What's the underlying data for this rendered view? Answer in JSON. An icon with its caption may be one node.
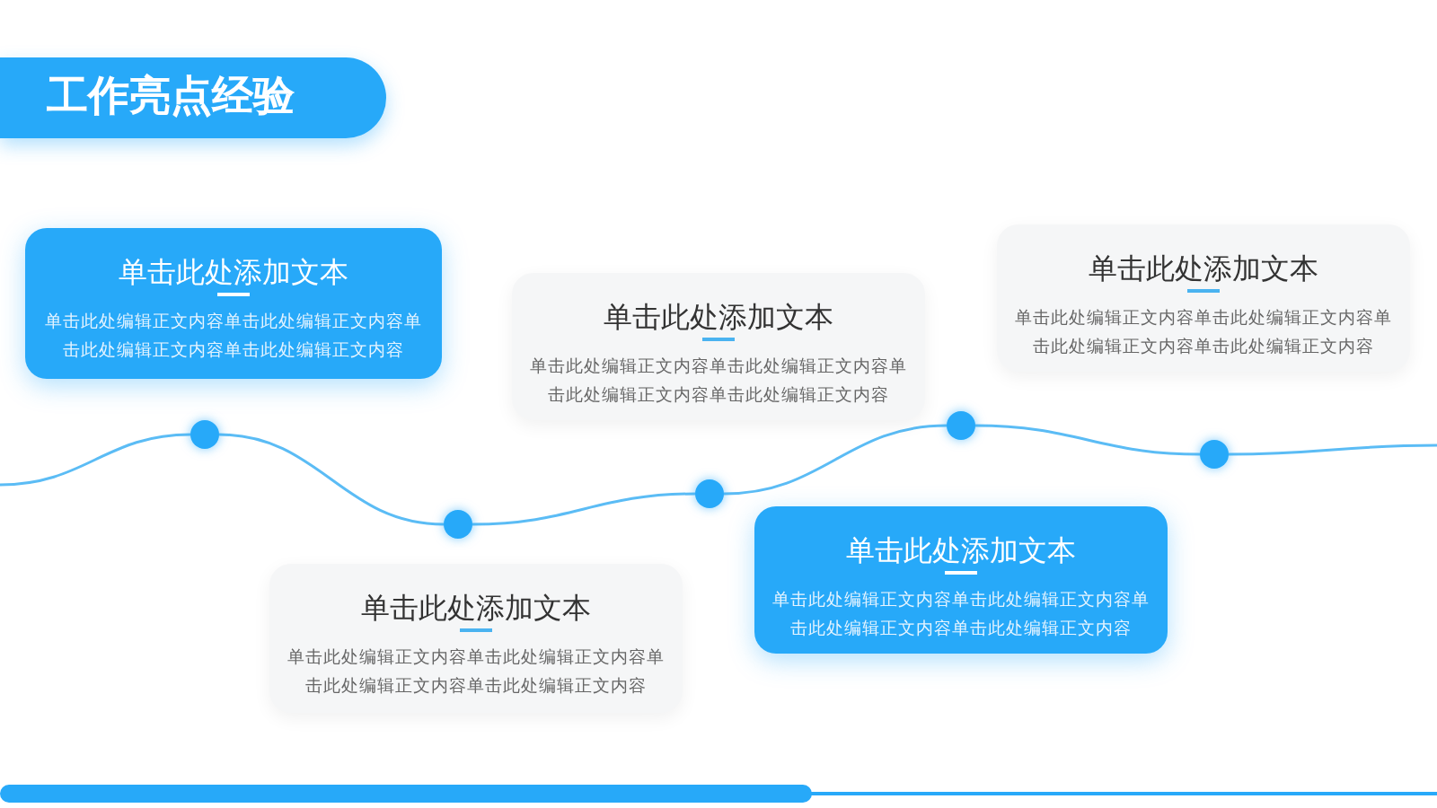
{
  "diagram": {
    "title": "工作亮点经验",
    "nodes": [
      {
        "text": [
          "单击此处添加文本",
          "单击此处编辑正文内容单击此处编辑正文内容单击此处编辑正文内容单击此处编辑正文内容"
        ]
      },
      {
        "text": [
          "单击此处添加文本",
          "单击此处编辑正文内容单击此处编辑正文内容单击此处编辑正文内容单击此处编辑正文内容"
        ]
      },
      {
        "text": [
          "单击此处添加文本",
          "单击此处编辑正文内容单击此处编辑正文内容单击此处编辑正文内容单击此处编辑正文内容"
        ]
      },
      {
        "text": [
          "单击此处添加文本",
          "单击此处编辑正文内容单击此处编辑正文内容单击此处编辑正文内容单击此处编辑正文内容"
        ]
      },
      {
        "text": [
          "单击此处添加文本",
          "单击此处编辑正文内容单击此处编辑正文内容单击此处编辑正文内容单击此处编辑正文内容"
        ]
      },
      {
        "text": [],
        "shape": "circle"
      },
      {
        "text": [],
        "shape": "circle"
      },
      {
        "text": [],
        "shape": "circle"
      },
      {
        "text": [],
        "shape": "circle"
      },
      {
        "text": [],
        "shape": "circle"
      }
    ],
    "edges": [
      {
        "from": null,
        "to": 5,
        "arrow": "none"
      },
      {
        "from": 5,
        "to": 6,
        "arrow": "none"
      },
      {
        "from": 6,
        "to": 7,
        "arrow": "none"
      },
      {
        "from": 7,
        "to": 8,
        "arrow": "none"
      },
      {
        "from": 8,
        "to": 9,
        "arrow": "none"
      },
      {
        "from": 9,
        "to": null,
        "arrow": "none"
      }
    ]
  }
}
